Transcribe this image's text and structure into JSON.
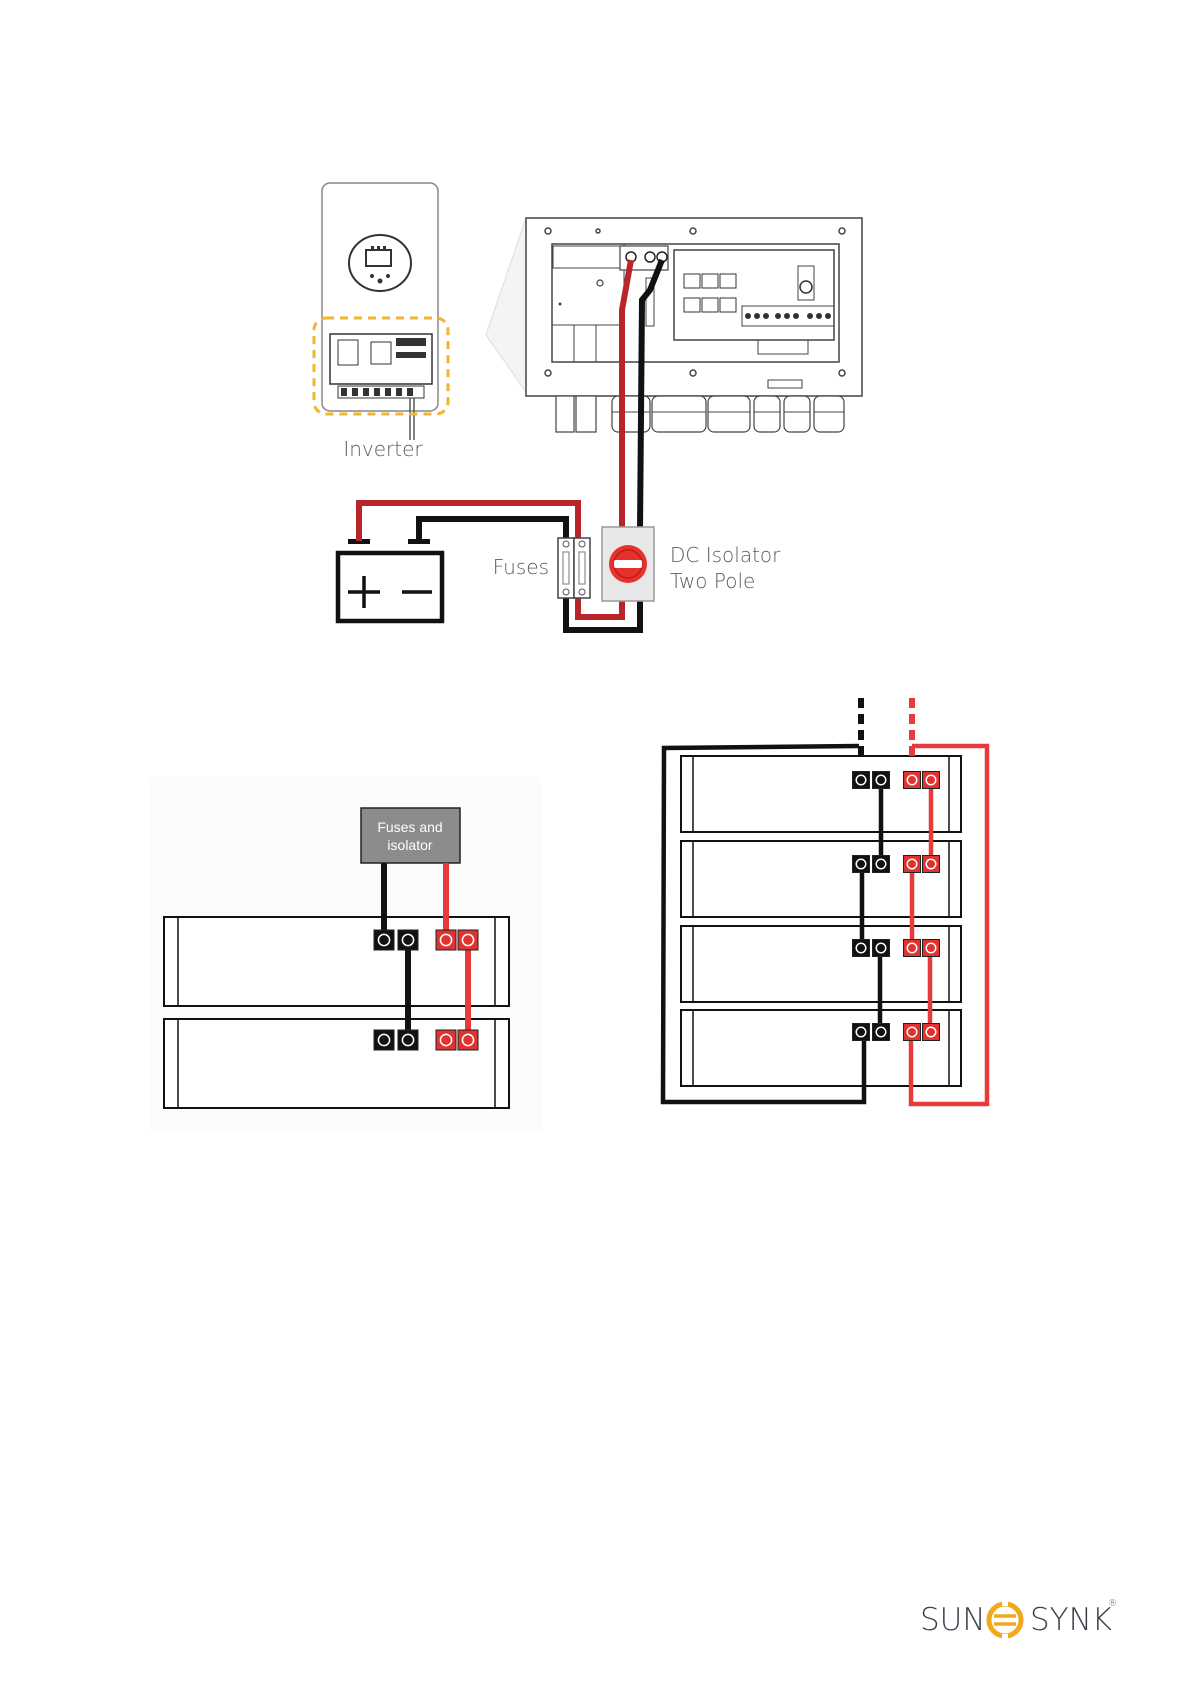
{
  "labels": {
    "inverter": "Inverter",
    "fuses": "Fuses",
    "dc_isolator_line1": "DC Isolator",
    "dc_isolator_line2": "Two Pole",
    "fuses_isolator_line1": "Fuses and",
    "fuses_isolator_line2": "isolator"
  },
  "logo": {
    "left": "SUN",
    "right": "SYNK",
    "mark": "®"
  },
  "colors": {
    "positive_cable": "#b8262b",
    "positive_cable_bright": "#e83a3a",
    "negative_cable": "#111111",
    "terminal_red": "#e0322e",
    "terminal_black": "#111111",
    "highlight_dash": "#f2b52b",
    "logo_accent": "#f2a81d",
    "box_grey": "#8c8c8c"
  },
  "icons": {
    "battery": "battery-icon",
    "isolator": "dc-isolator-icon",
    "fuse": "fuse-holder-icon",
    "logo_mark": "sunsynk-logo-icon"
  }
}
